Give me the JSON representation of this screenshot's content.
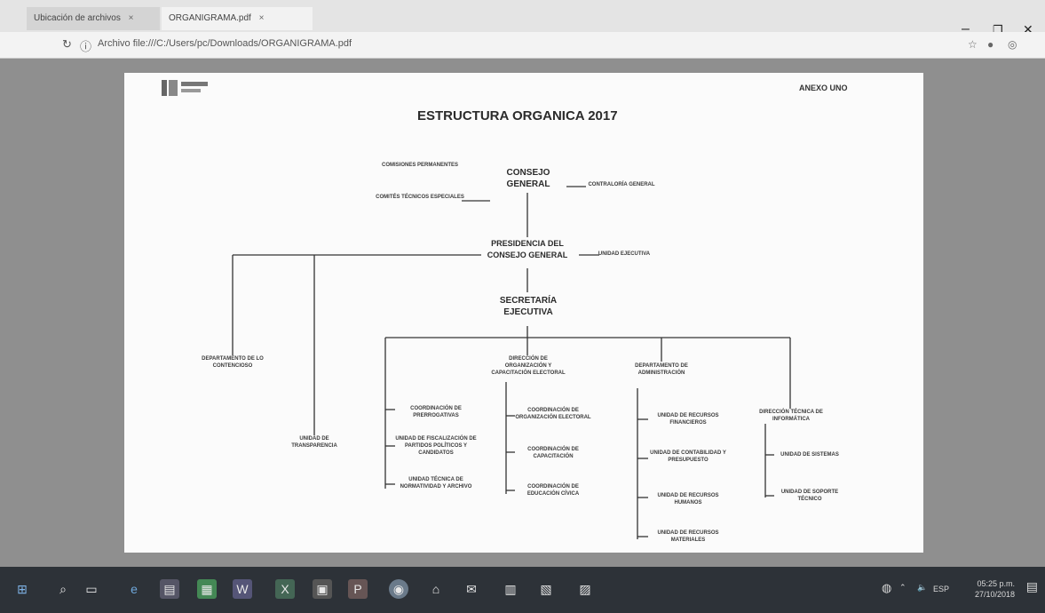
{
  "browser": {
    "tabs": [
      {
        "label": "Ubicación de archivos"
      },
      {
        "label": "ORGANIGRAMA.pdf"
      }
    ],
    "tab_close": "×",
    "url": "Archivo  file:///C:/Users/pc/Downloads/ORGANIGRAMA.pdf",
    "window_controls": {
      "minimize": "–",
      "maximize": "❐",
      "close": "✕"
    }
  },
  "document": {
    "annex_label": "ANEXO UNO",
    "title": "ESTRUCTURA ORGANICA 2017",
    "boxes": {
      "comisiones_perm": "COMISIONES PERMANENTES",
      "comites_tecnicos": "COMITÉS TÉCNICOS ESPECIALES",
      "consejo_general": "CONSEJO GENERAL",
      "contraloria": "CONTRALORÍA GENERAL",
      "presidencia": "PRESIDENCIA DEL CONSEJO GENERAL",
      "unidad_ejecutiva": "UNIDAD EJECUTIVA",
      "secretaria": "SECRETARÍA EJECUTIVA",
      "departamento_left": "DEPARTAMENTO DE LO CONTENCIOSO",
      "unidad_transparencia": "UNIDAD DE TRANSPARENCIA",
      "direccion_organizacion": "DIRECCIÓN DE ORGANIZACIÓN Y CAPACITACIÓN ELECTORAL",
      "depto_admin": "DEPARTAMENTO DE ADMINISTRACIÓN",
      "direccion_tecnica": "DIRECCIÓN TÉCNICA DE INFORMÁTICA",
      "coord_prerrogativas": "COORDINACIÓN DE PRERROGATIVAS",
      "unidad_partidos": "UNIDAD DE FISCALIZACIÓN DE PARTIDOS POLÍTICOS Y CANDIDATOS",
      "unidad_normativa": "UNIDAD TÉCNICA DE NORMATIVIDAD Y ARCHIVO",
      "coord_org": "COORDINACIÓN DE ORGANIZACIÓN ELECTORAL",
      "coord_cap": "COORDINACIÓN DE CAPACITACIÓN",
      "coord_educ": "COORDINACIÓN DE EDUCACIÓN CÍVICA",
      "unidad_recursos": "UNIDAD DE RECURSOS FINANCIEROS",
      "unidad_contab": "UNIDAD DE CONTABILIDAD Y PRESUPUESTO",
      "unidad_humanos": "UNIDAD DE RECURSOS HUMANOS",
      "unidad_materiales": "UNIDAD DE RECURSOS MATERIALES",
      "unidad_sistemas": "UNIDAD DE SISTEMAS",
      "unidad_soporte": "UNIDAD DE SOPORTE TÉCNICO"
    }
  },
  "taskbar": {
    "time": "05:25 p.m.",
    "date": "27/10/2018",
    "lang": "ESP"
  },
  "colors": {
    "viewer_bg": "#8f8f8f",
    "taskbar_bg": "#2d3238",
    "page_bg": "#fbfbfb"
  }
}
